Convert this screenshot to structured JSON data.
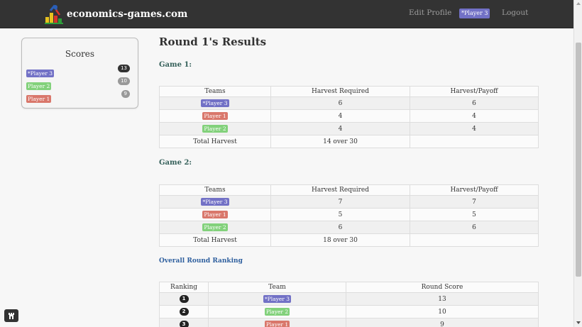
{
  "navbar": {
    "brand": "economics-games.com",
    "edit_profile": "Edit Profile",
    "player_badge": "*Player 3",
    "logout": "Logout"
  },
  "scores": {
    "title": "Scores",
    "rows": [
      {
        "label": "*Player 3",
        "count": "13",
        "color": "#7271c6"
      },
      {
        "label": "Player 2",
        "count": "10",
        "color": "#82d17b"
      },
      {
        "label": "Player 1",
        "count": "9",
        "color": "#d9776b"
      }
    ]
  },
  "round_title": "Round 1's Results",
  "games": [
    {
      "title": "Game 1:",
      "headers": [
        "Teams",
        "Harvest Required",
        "Harvest/Payoff"
      ],
      "rows": [
        {
          "team": "*Player 3",
          "required": "6",
          "payoff": "6"
        },
        {
          "team": "Player 1",
          "required": "4",
          "payoff": "4"
        },
        {
          "team": "Player 2",
          "required": "4",
          "payoff": "4"
        }
      ],
      "total_label": "Total Harvest",
      "total_value": "14 over 30"
    },
    {
      "title": "Game 2:",
      "headers": [
        "Teams",
        "Harvest Required",
        "Harvest/Payoff"
      ],
      "rows": [
        {
          "team": "*Player 3",
          "required": "7",
          "payoff": "7"
        },
        {
          "team": "Player 1",
          "required": "5",
          "payoff": "5"
        },
        {
          "team": "Player 2",
          "required": "6",
          "payoff": "6"
        }
      ],
      "total_label": "Total Harvest",
      "total_value": "18 over 30"
    }
  ],
  "ranking": {
    "title": "Overall Round Ranking",
    "headers": [
      "Ranking",
      "Team",
      "Round Score"
    ],
    "rows": [
      {
        "rank": "1",
        "team": "*Player 3",
        "score": "13"
      },
      {
        "rank": "2",
        "team": "Player 2",
        "score": "10"
      },
      {
        "rank": "3",
        "team": "Player 1",
        "score": "9"
      }
    ]
  },
  "icons": {
    "logo": "economics-games-logo",
    "corner": "tower-icon"
  }
}
